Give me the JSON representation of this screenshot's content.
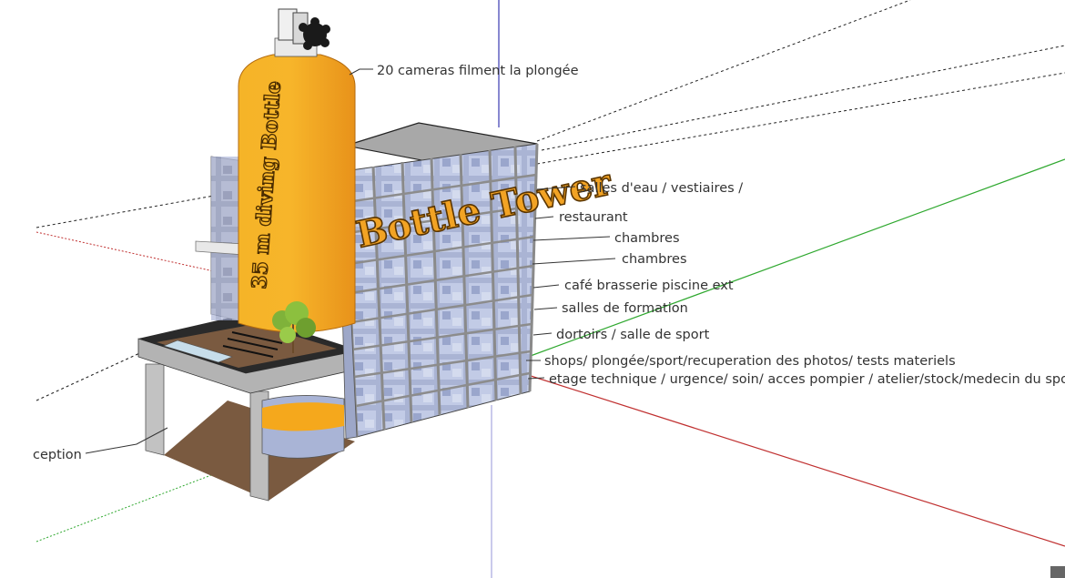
{
  "diagram": {
    "building_sign": "Bottle Tower",
    "bottle_text": "35 m diving Bottle",
    "annotations": [
      "20 cameras filment la plongée",
      "salles d'eau / vestiaires /",
      "restaurant",
      "chambres",
      "chambres",
      "café brasserie piscine ext",
      "salles de formation",
      "dortoirs / salle de sport",
      "shops/ plongée/sport/recuperation des photos/ tests materiels",
      "etage technique / urgence/ soin/ acces pompier / atelier/stock/medecin du sport",
      "ception"
    ]
  },
  "colors": {
    "bottle_orange": "#f5a81c",
    "sign_orange": "#f2a324",
    "concrete": "#b9b9b9",
    "glass": "#aeb8d6",
    "floor_wood": "#7a5a40",
    "axis_red": "#c03030",
    "axis_green": "#2fa82f",
    "axis_blue": "#3a3ab0"
  }
}
